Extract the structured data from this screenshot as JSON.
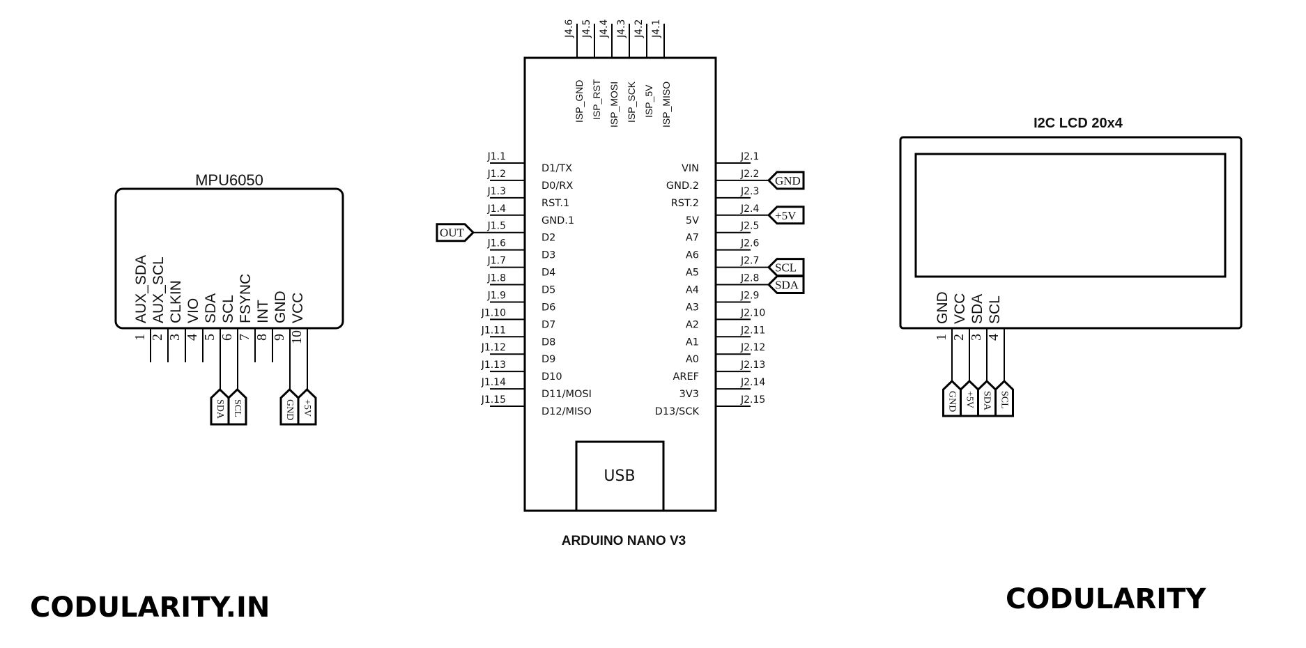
{
  "mpu6050": {
    "title": "MPU6050",
    "pins": [
      {
        "num": "1",
        "name": "AUX_SDA",
        "net": null
      },
      {
        "num": "2",
        "name": "AUX_SCL",
        "net": null
      },
      {
        "num": "3",
        "name": "CLKIN",
        "net": null
      },
      {
        "num": "4",
        "name": "VIO",
        "net": null
      },
      {
        "num": "5",
        "name": "SDA",
        "net": "SDA"
      },
      {
        "num": "6",
        "name": "SCL",
        "net": "SCL"
      },
      {
        "num": "7",
        "name": "FSYNC",
        "net": null
      },
      {
        "num": "8",
        "name": "INT",
        "net": null
      },
      {
        "num": "9",
        "name": "GND",
        "net": "GND"
      },
      {
        "num": "10",
        "name": "VCC",
        "net": "+5V"
      }
    ]
  },
  "arduino": {
    "title": "ARDUINO NANO V3",
    "usb_label": "USB",
    "top_pins": [
      {
        "ref": "J4.6",
        "name": "ISP_GND"
      },
      {
        "ref": "J4.5",
        "name": "ISP_RST"
      },
      {
        "ref": "J4.4",
        "name": "ISP_MOSI"
      },
      {
        "ref": "J4.3",
        "name": "ISP_SCK"
      },
      {
        "ref": "J4.2",
        "name": "ISP_5V"
      },
      {
        "ref": "J4.1",
        "name": "ISP_MISO"
      }
    ],
    "left_pins": [
      {
        "ref": "J1.1",
        "name": "D1/TX",
        "net": null
      },
      {
        "ref": "J1.2",
        "name": "D0/RX",
        "net": null
      },
      {
        "ref": "J1.3",
        "name": "RST.1",
        "net": null
      },
      {
        "ref": "J1.4",
        "name": "GND.1",
        "net": null
      },
      {
        "ref": "J1.5",
        "name": "D2",
        "net": "OUT"
      },
      {
        "ref": "J1.6",
        "name": "D3",
        "net": null
      },
      {
        "ref": "J1.7",
        "name": "D4",
        "net": null
      },
      {
        "ref": "J1.8",
        "name": "D5",
        "net": null
      },
      {
        "ref": "J1.9",
        "name": "D6",
        "net": null
      },
      {
        "ref": "J1.10",
        "name": "D7",
        "net": null
      },
      {
        "ref": "J1.11",
        "name": "D8",
        "net": null
      },
      {
        "ref": "J1.12",
        "name": "D9",
        "net": null
      },
      {
        "ref": "J1.13",
        "name": "D10",
        "net": null
      },
      {
        "ref": "J1.14",
        "name": "D11/MOSI",
        "net": null
      },
      {
        "ref": "J1.15",
        "name": "D12/MISO",
        "net": null
      }
    ],
    "right_pins": [
      {
        "ref": "J2.1",
        "name": "VIN",
        "net": null
      },
      {
        "ref": "J2.2",
        "name": "GND.2",
        "net": "GND"
      },
      {
        "ref": "J2.3",
        "name": "RST.2",
        "net": null
      },
      {
        "ref": "J2.4",
        "name": "5V",
        "net": "+5V"
      },
      {
        "ref": "J2.5",
        "name": "A7",
        "net": null
      },
      {
        "ref": "J2.6",
        "name": "A6",
        "net": null
      },
      {
        "ref": "J2.7",
        "name": "A5",
        "net": "SCL"
      },
      {
        "ref": "J2.8",
        "name": "A4",
        "net": "SDA"
      },
      {
        "ref": "J2.9",
        "name": "A3",
        "net": null
      },
      {
        "ref": "J2.10",
        "name": "A2",
        "net": null
      },
      {
        "ref": "J2.11",
        "name": "A1",
        "net": null
      },
      {
        "ref": "J2.12",
        "name": "A0",
        "net": null
      },
      {
        "ref": "J2.13",
        "name": "AREF",
        "net": null
      },
      {
        "ref": "J2.14",
        "name": "3V3",
        "net": null
      },
      {
        "ref": "J2.15",
        "name": "D13/SCK",
        "net": null
      }
    ]
  },
  "lcd": {
    "title": "I2C LCD 20x4",
    "pins": [
      {
        "num": "1",
        "name": "GND",
        "net": "GND"
      },
      {
        "num": "2",
        "name": "VCC",
        "net": "+5V"
      },
      {
        "num": "3",
        "name": "SDA",
        "net": "SDA"
      },
      {
        "num": "4",
        "name": "SCL",
        "net": "SCL"
      }
    ]
  },
  "watermarks": {
    "left": "CODULARITY.IN",
    "right": "CODULARITY"
  }
}
